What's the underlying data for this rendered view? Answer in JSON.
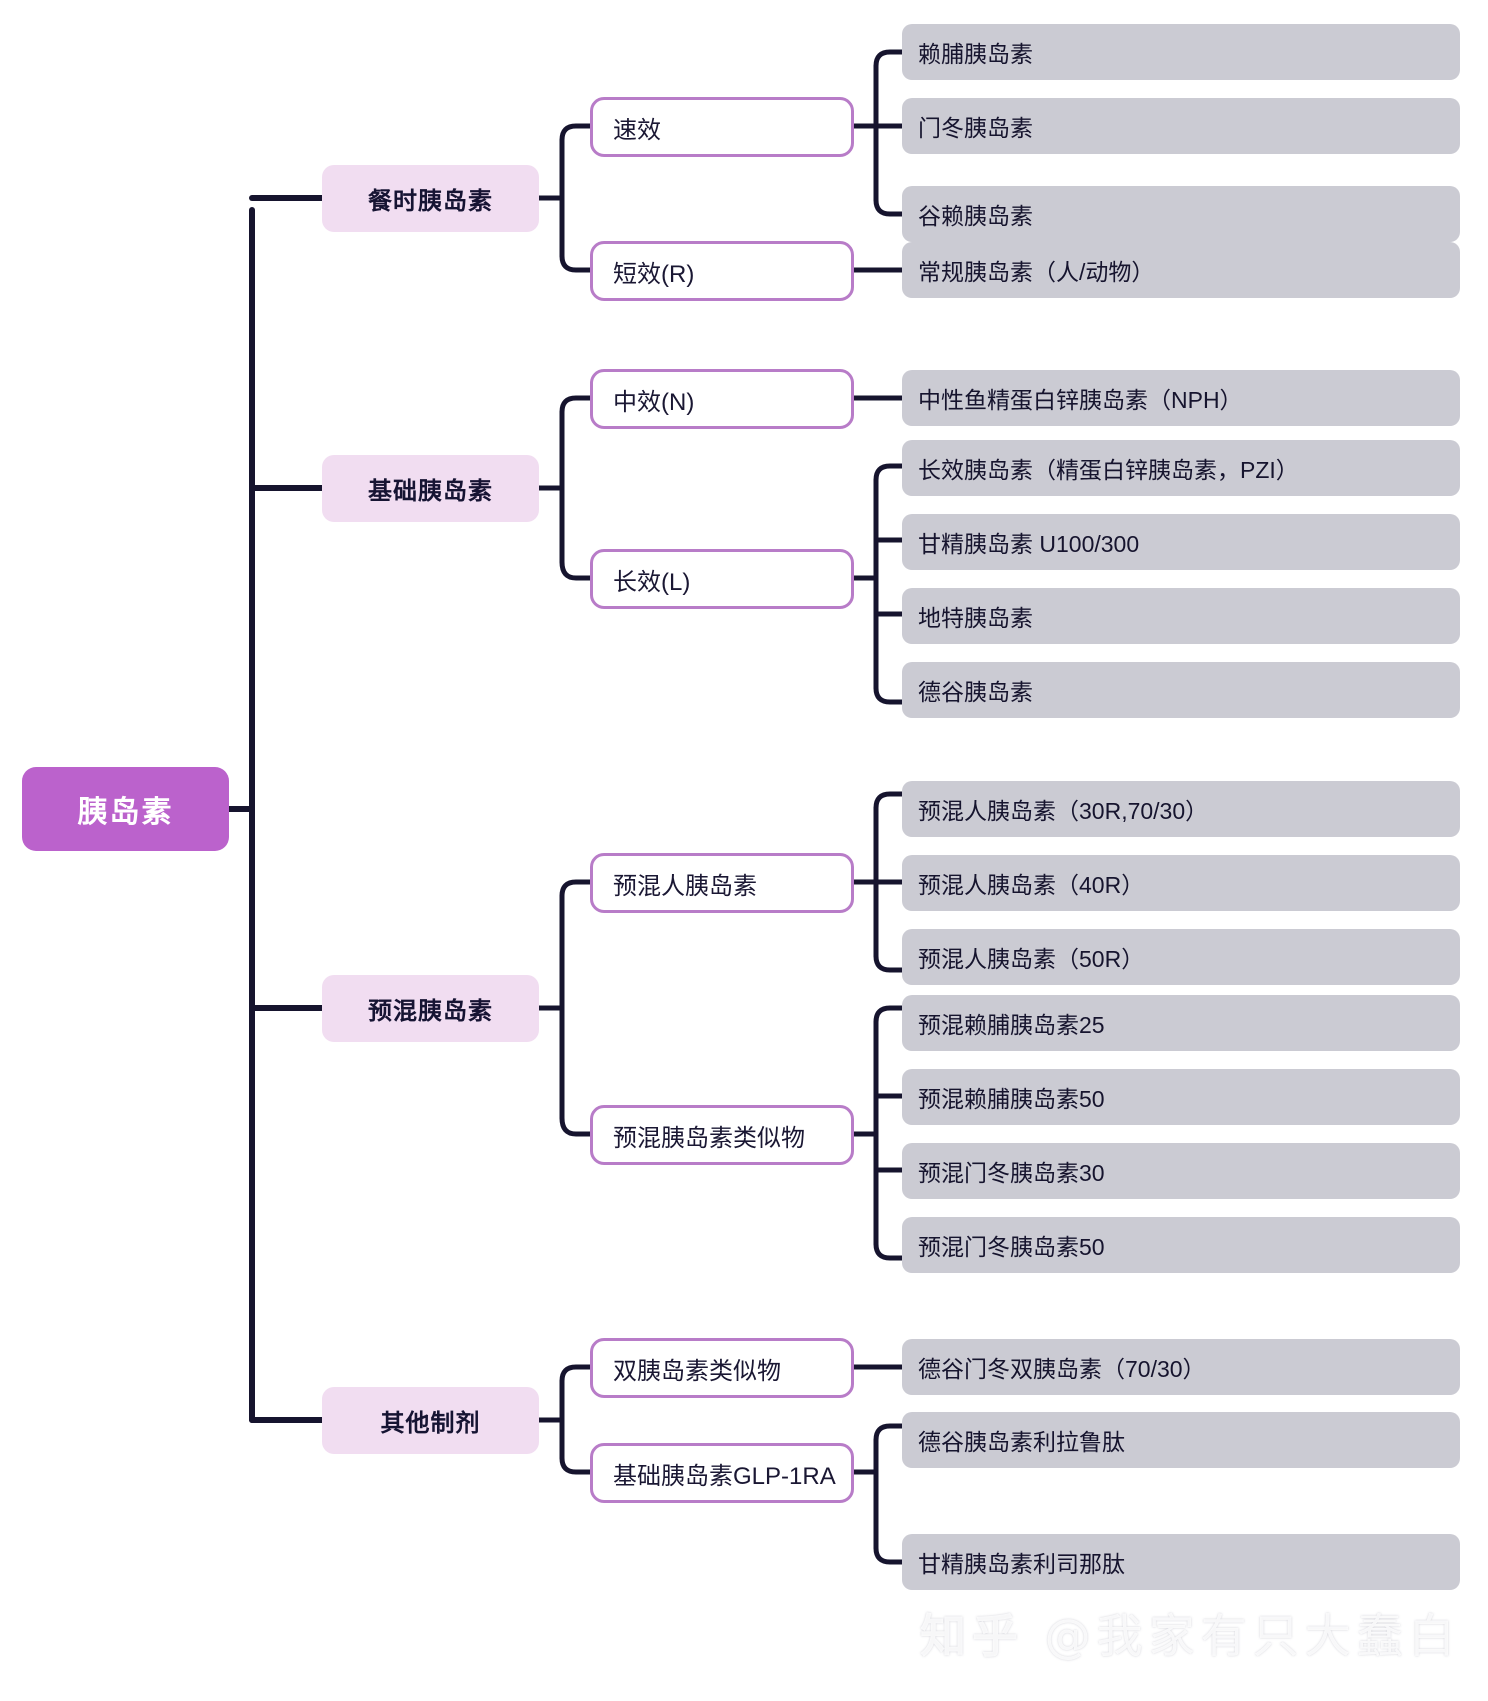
{
  "diagram": {
    "title": "胰岛素",
    "type": "mindmap",
    "root": {
      "label": "胰岛素"
    },
    "colors": {
      "root_fill": "#bb62cc",
      "root_text": "#ffffff",
      "level1_fill": "#f1ddf1",
      "level1_text": "#161433",
      "level2_border": "#b87cc8",
      "level2_fill": "#ffffff",
      "leaf_fill": "#cbcbd3",
      "leaf_text": "#16142e",
      "connector": "#16142e"
    },
    "branches": [
      {
        "label": "餐时胰岛素",
        "children": [
          {
            "label": "速效",
            "leaves": [
              {
                "label": "赖脯胰岛素"
              },
              {
                "label": "门冬胰岛素"
              },
              {
                "label": "谷赖胰岛素"
              }
            ]
          },
          {
            "label": "短效(R)",
            "leaves": [
              {
                "label": "常规胰岛素（人/动物）"
              }
            ]
          }
        ]
      },
      {
        "label": "基础胰岛素",
        "children": [
          {
            "label": "中效(N)",
            "leaves": [
              {
                "label": "中性鱼精蛋白锌胰岛素（NPH）"
              }
            ]
          },
          {
            "label": "长效(L)",
            "leaves": [
              {
                "label": "长效胰岛素（精蛋白锌胰岛素，PZI）"
              },
              {
                "label": "甘精胰岛素 U100/300"
              },
              {
                "label": "地特胰岛素"
              },
              {
                "label": "德谷胰岛素"
              }
            ]
          }
        ]
      },
      {
        "label": "预混胰岛素",
        "children": [
          {
            "label": "预混人胰岛素",
            "leaves": [
              {
                "label": "预混人胰岛素（30R,70/30）"
              },
              {
                "label": "预混人胰岛素（40R）"
              },
              {
                "label": "预混人胰岛素（50R）"
              }
            ]
          },
          {
            "label": "预混胰岛素类似物",
            "leaves": [
              {
                "label": "预混赖脯胰岛素25"
              },
              {
                "label": "预混赖脯胰岛素50"
              },
              {
                "label": "预混门冬胰岛素30"
              },
              {
                "label": "预混门冬胰岛素50"
              }
            ]
          }
        ]
      },
      {
        "label": "其他制剂",
        "children": [
          {
            "label": "双胰岛素类似物",
            "leaves": [
              {
                "label": "德谷门冬双胰岛素（70/30）"
              }
            ]
          },
          {
            "label": "基础胰岛素GLP-1RA",
            "leaves": [
              {
                "label": "德谷胰岛素利拉鲁肽"
              },
              {
                "label": "甘精胰岛素利司那肽"
              }
            ]
          }
        ]
      }
    ]
  },
  "watermark": {
    "site": "知乎",
    "handle": "@我家有只大蠢白"
  }
}
